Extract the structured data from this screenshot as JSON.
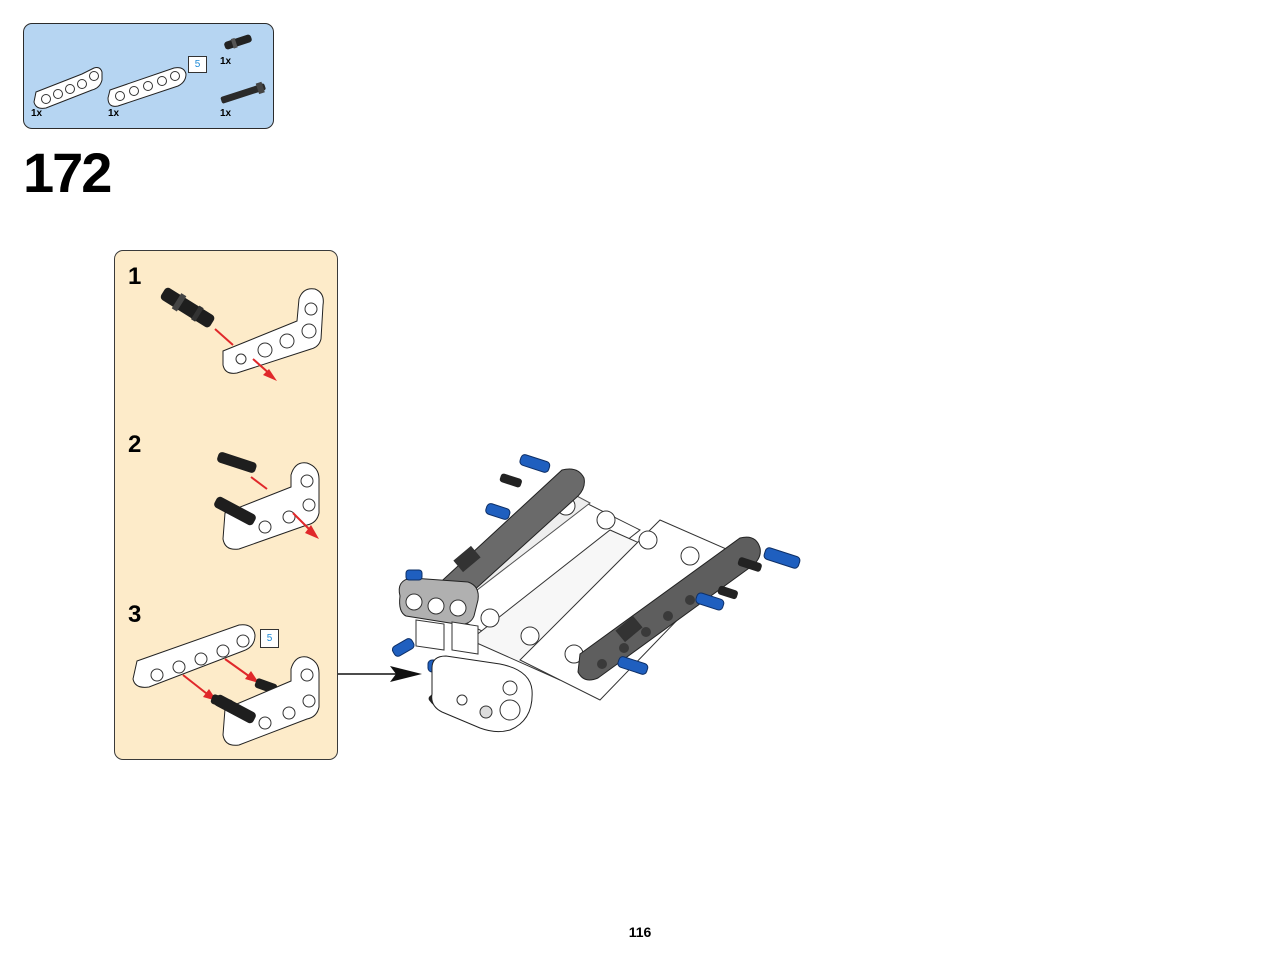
{
  "parts_list": {
    "items": [
      {
        "name": "thick-liftarm-L-shape",
        "qty": "1x"
      },
      {
        "name": "thick-liftarm-5",
        "qty": "1x",
        "length": "5"
      },
      {
        "name": "axle-pin-black",
        "qty": "1x"
      },
      {
        "name": "axle-with-stop-black",
        "qty": "1x"
      }
    ]
  },
  "step": {
    "number": "172",
    "substeps": [
      {
        "number": "1"
      },
      {
        "number": "2"
      },
      {
        "number": "3",
        "badge": "5"
      }
    ]
  },
  "page": {
    "number": "116"
  },
  "colors": {
    "parts_bg": "#b6d5f2",
    "substep_bg": "#fdebc9",
    "arrow_red": "#e0282a",
    "pin_blue": "#1f5fbf",
    "beam_gray": "#6a6a6a"
  }
}
